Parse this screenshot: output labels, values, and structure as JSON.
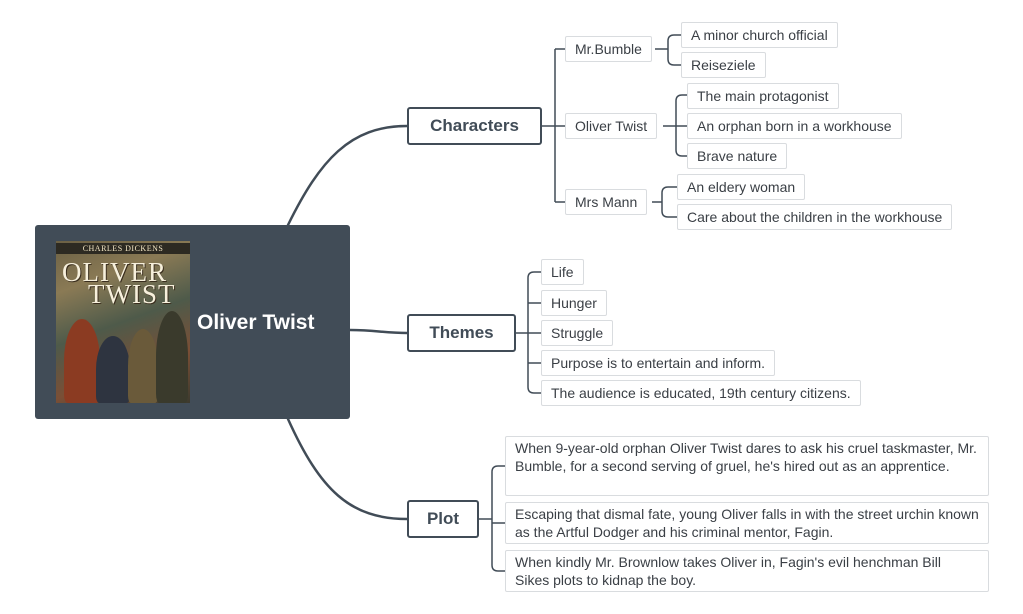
{
  "root": {
    "title": "Oliver Twist",
    "cover": {
      "author": "CHARLES DICKENS",
      "title_line1": "OLIVER",
      "title_line2": "TWIST"
    }
  },
  "branches": {
    "characters": {
      "label": "Characters",
      "groups": [
        {
          "label": "Mr.Bumble",
          "items": [
            "A minor church official",
            "Reiseziele"
          ]
        },
        {
          "label": "Oliver Twist",
          "items": [
            "The main protagonist",
            "An orphan born in a workhouse",
            "Brave nature"
          ]
        },
        {
          "label": "Mrs Mann",
          "items": [
            "An eldery woman",
            "Care about the children in the workhouse"
          ]
        }
      ]
    },
    "themes": {
      "label": "Themes",
      "items": [
        "Life",
        "Hunger",
        "Struggle",
        "Purpose is to entertain and inform.",
        "The audience is educated, 19th century citizens."
      ]
    },
    "plot": {
      "label": "Plot",
      "items": [
        "When 9-year-old orphan Oliver Twist dares to ask his cruel taskmaster, Mr. Bumble, for a second serving of gruel, he's hired out as an apprentice.",
        "Escaping that dismal fate, young Oliver falls in with the street urchin known as the Artful Dodger and his criminal mentor, Fagin.",
        "When kindly Mr. Brownlow takes Oliver in, Fagin's evil henchman Bill Sikes plots to kidnap the boy."
      ]
    }
  },
  "colors": {
    "root_bg": "#414c57",
    "line": "#414c57",
    "topic_border": "#d9dcdf"
  }
}
